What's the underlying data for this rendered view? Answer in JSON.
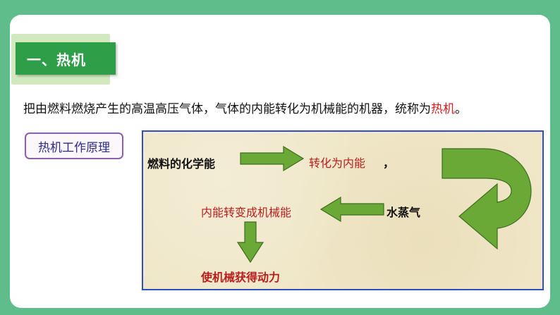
{
  "section": {
    "title": "一、热机"
  },
  "intro": {
    "text": "把由燃料燃烧产生的高温高压气体，气体的内能转化为机械能的机器，统称为",
    "highlight": "热机",
    "end": "。"
  },
  "principle": {
    "label": "热机工作原理"
  },
  "diagram": {
    "fuel_energy": "燃料的化学能",
    "to_internal": "转化为内能",
    "comma": "，",
    "steam": "水蒸气",
    "internal_to_mechanical": "内能转变成机械能",
    "result": "使机械获得动力"
  },
  "colors": {
    "background": "#5ebd8a",
    "ribbon": "#2f9e49",
    "arrow": "#6aa936",
    "highlight": "#d02020",
    "panel_border": "#2e4fc2"
  }
}
